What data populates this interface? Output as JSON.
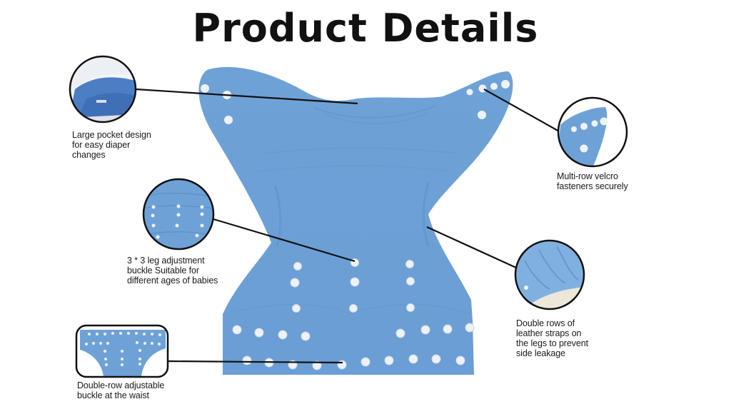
{
  "title": "Product Details",
  "colors": {
    "diaper_blue": "#6FA3D8",
    "diaper_shadow": "#5E93CB",
    "snap": "#EEF2F7",
    "callout_line": "#111111"
  },
  "features": [
    {
      "id": "pocket",
      "lines": [
        "Large pocket design",
        "for easy diaper",
        "changes"
      ],
      "inset": "pocket-closeup"
    },
    {
      "id": "velcro",
      "lines": [
        "Multi-row velcro",
        "fasteners securely"
      ],
      "inset": "snap-fastener-closeup"
    },
    {
      "id": "leg-adjust",
      "lines": [
        "3 * 3 leg adjustment",
        "buckle Suitable for",
        "different ages of babies"
      ],
      "inset": "leg-snaps-closeup"
    },
    {
      "id": "leak-guard",
      "lines": [
        "Double rows of",
        "leather straps on",
        "the legs to prevent",
        "side leakage"
      ],
      "inset": "leg-elastic-closeup"
    },
    {
      "id": "waist",
      "lines": [
        "Double-row adjustable",
        "buckle at the waist"
      ],
      "inset": "waist-snaps-closeup"
    }
  ]
}
